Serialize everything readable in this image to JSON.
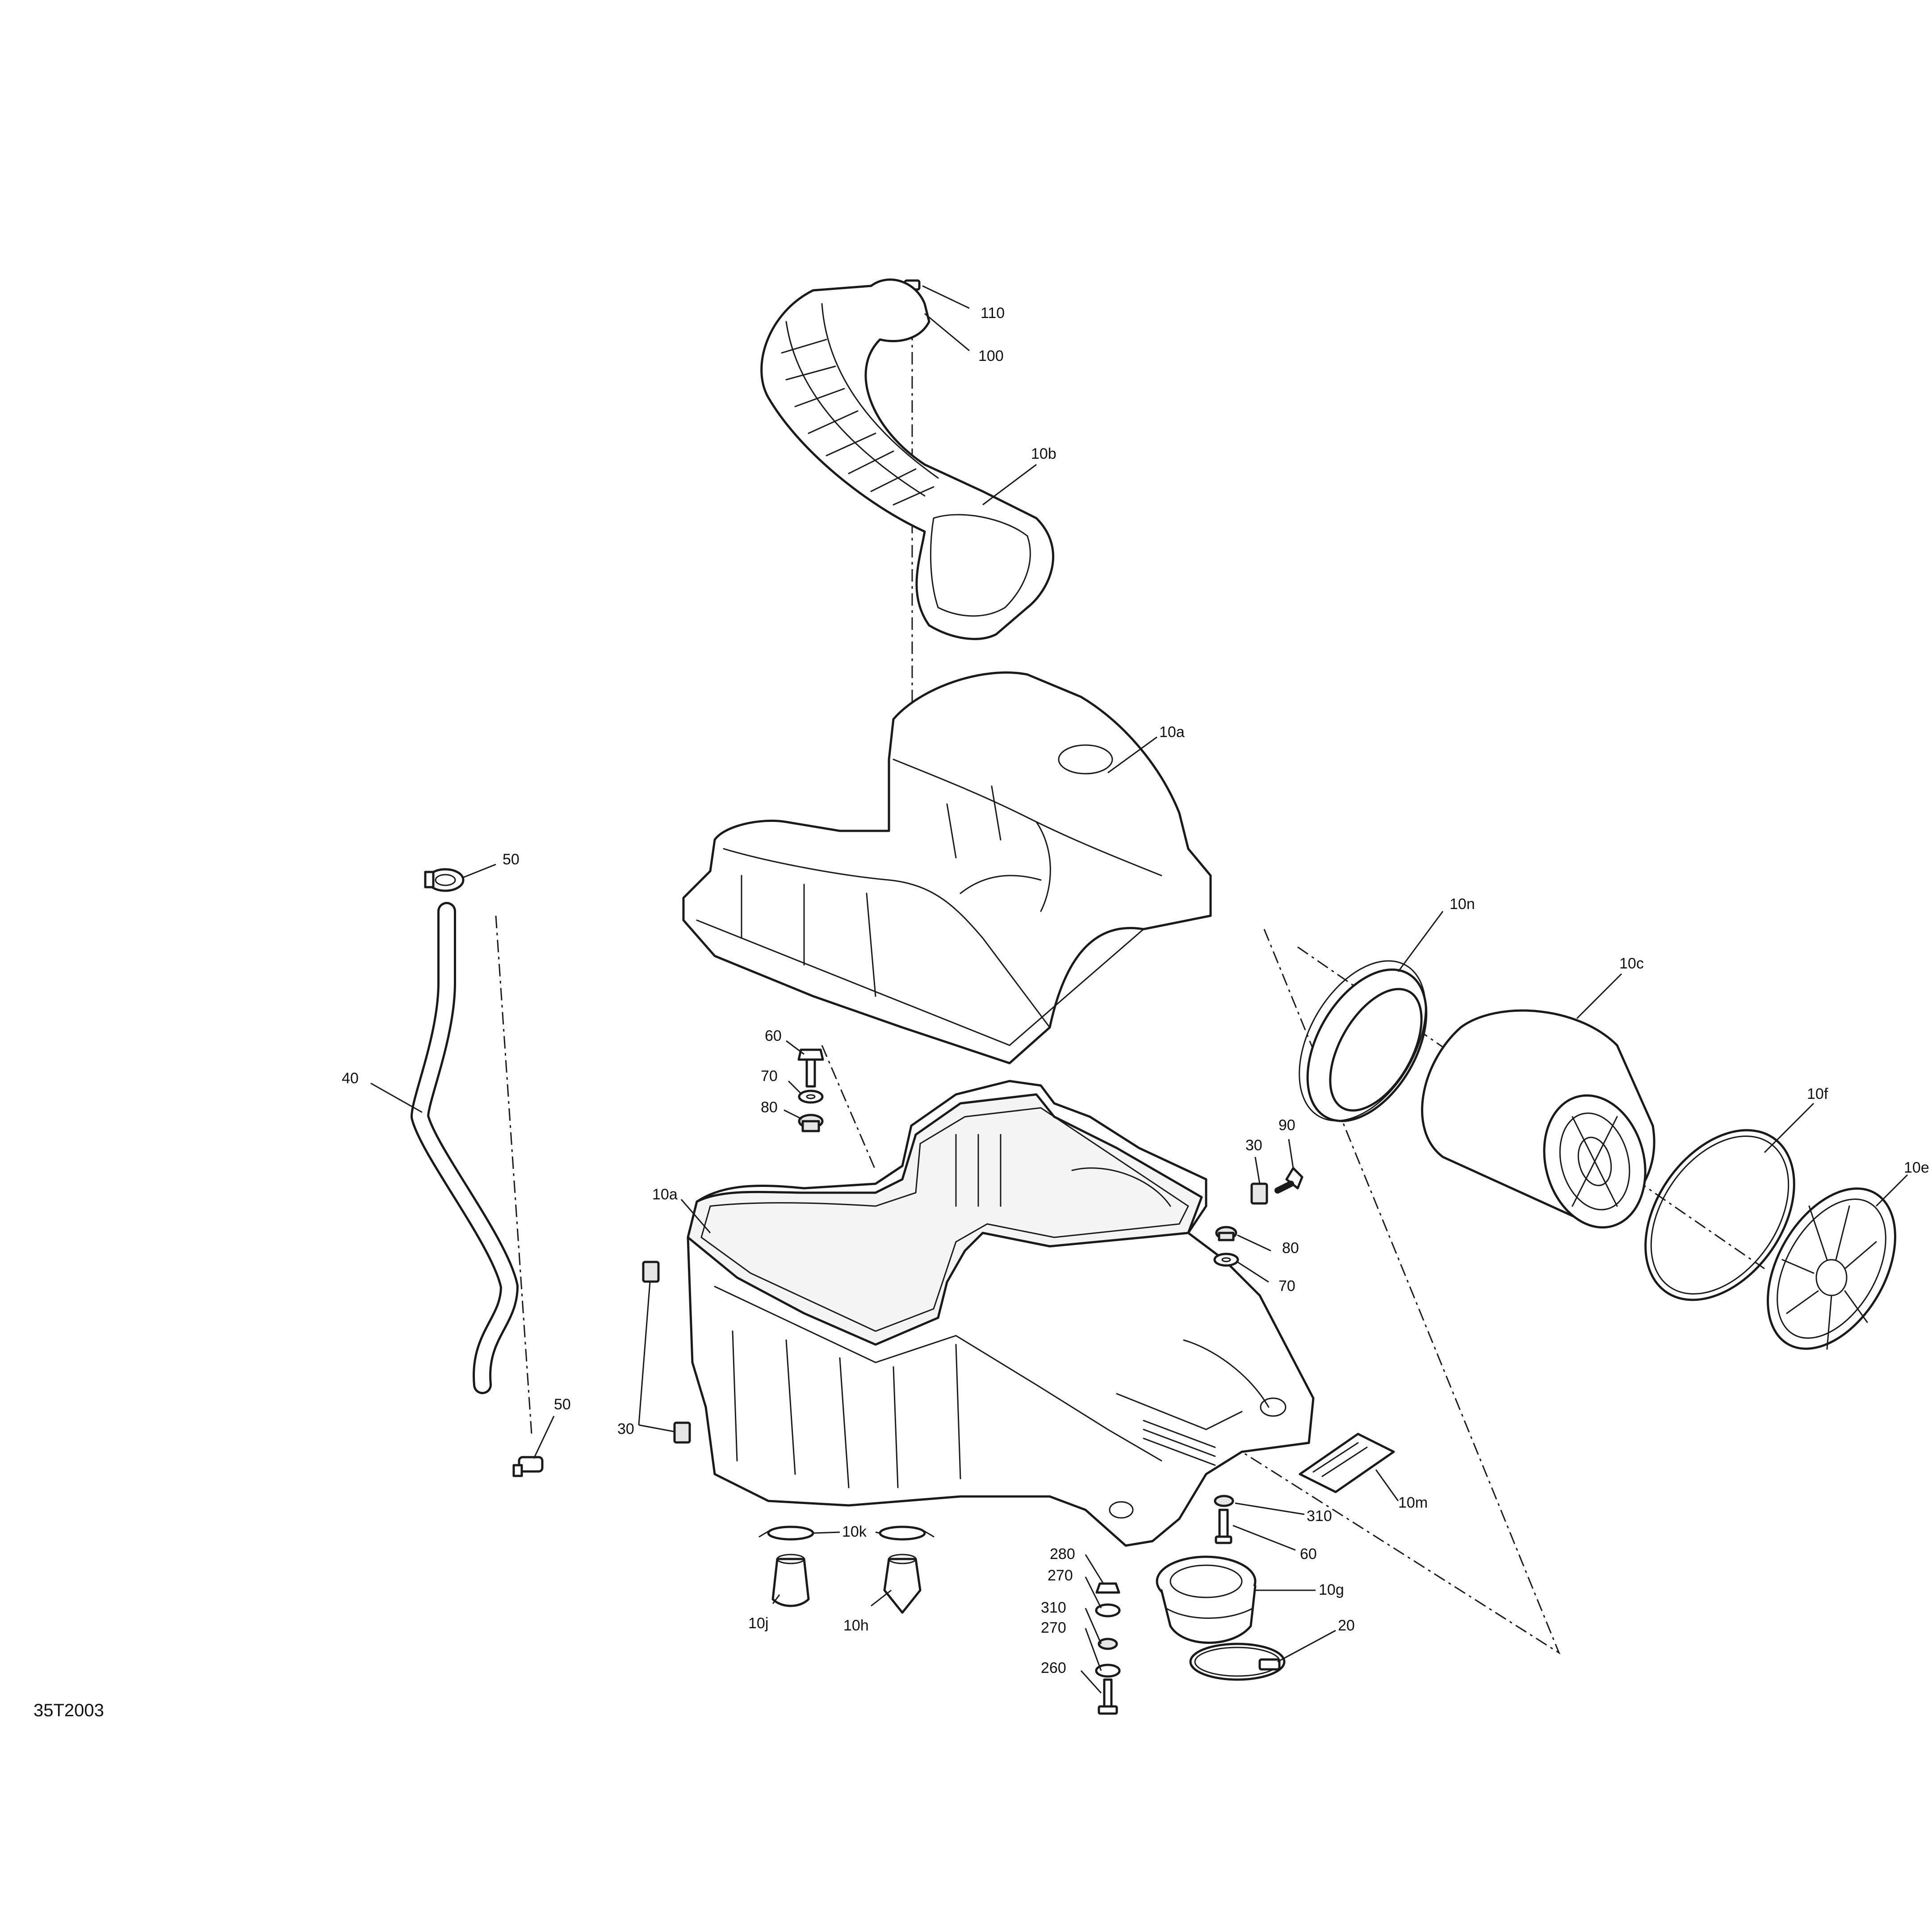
{
  "diagram_id": "35T2003",
  "callouts": {
    "c110": "110",
    "c100": "100",
    "c10b": "10b",
    "c10a_top": "10a",
    "c50_top": "50",
    "c40": "40",
    "c60_left": "60",
    "c70_left": "70",
    "c80_left": "80",
    "c10a_bottom": "10a",
    "c30_right": "30",
    "c90": "90",
    "c80_right": "80",
    "c70_right": "70",
    "c10n": "10n",
    "c10c": "10c",
    "c10f": "10f",
    "c10e": "10e",
    "c30_left": "30",
    "c50_bottom": "50",
    "c10k": "10k",
    "c10j": "10j",
    "c10h": "10h",
    "c280": "280",
    "c270_a": "270",
    "c310_left": "310",
    "c270_b": "270",
    "c260": "260",
    "c310_right": "310",
    "c60_right": "60",
    "c10g": "10g",
    "c20": "20",
    "c10m": "10m"
  }
}
